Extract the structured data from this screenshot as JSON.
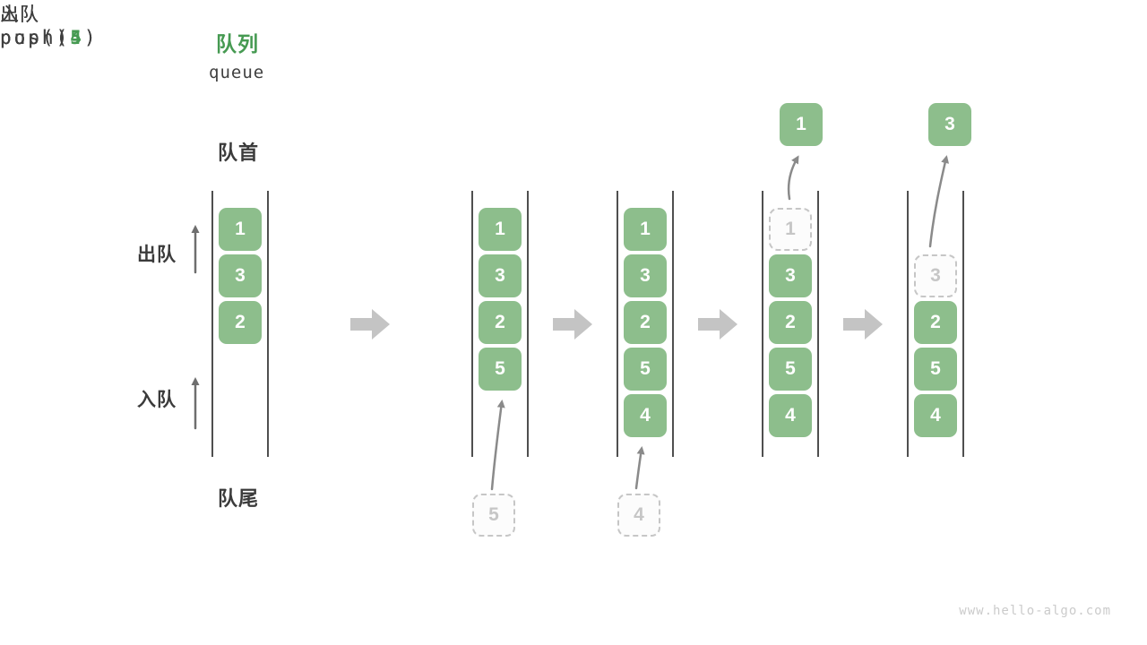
{
  "page": {
    "watermark": "www.hello-algo.com"
  },
  "colors": {
    "box_green": "#8dbe8c",
    "title_green": "#469a52",
    "text_dark": "#3b3b3b",
    "ghost": "#c6c6c6",
    "wall": "#4f4f4f",
    "big_arrow": "#c4c4c4",
    "thin_arrow": "#8a8a8a",
    "box_text": "#ffffff",
    "watermark": "#cbcbcb"
  },
  "title": {
    "cn": "队列",
    "en": "queue"
  },
  "labels": {
    "front": "队首",
    "rear": "队尾",
    "dequeue": "出队",
    "enqueue": "入队"
  },
  "stages": [
    {
      "name": "initial",
      "slots": [
        {
          "value": "1",
          "ghost": false
        },
        {
          "value": "3",
          "ghost": false
        },
        {
          "value": "2",
          "ghost": false
        }
      ]
    },
    {
      "name": "push-5",
      "slots": [
        {
          "value": "1",
          "ghost": false
        },
        {
          "value": "3",
          "ghost": false
        },
        {
          "value": "2",
          "ghost": false
        },
        {
          "value": "5",
          "ghost": false
        }
      ],
      "bottom": {
        "ghost_value": "5",
        "op_cn": "入队",
        "code_prefix": "push(",
        "code_arg": "5",
        "code_suffix": ")"
      }
    },
    {
      "name": "push-4",
      "slots": [
        {
          "value": "1",
          "ghost": false
        },
        {
          "value": "3",
          "ghost": false
        },
        {
          "value": "2",
          "ghost": false
        },
        {
          "value": "5",
          "ghost": false
        },
        {
          "value": "4",
          "ghost": false
        }
      ],
      "bottom": {
        "ghost_value": "4",
        "op_cn": "入队",
        "code_prefix": "push(",
        "code_arg": "4",
        "code_suffix": ")"
      }
    },
    {
      "name": "pop-1",
      "slots": [
        {
          "value": "1",
          "ghost": true
        },
        {
          "value": "3",
          "ghost": false
        },
        {
          "value": "2",
          "ghost": false
        },
        {
          "value": "5",
          "ghost": false
        },
        {
          "value": "4",
          "ghost": false
        }
      ],
      "top": {
        "op_cn": "出队",
        "code": "pop()",
        "popped_value": "1"
      }
    },
    {
      "name": "pop-3",
      "slots": [
        null,
        {
          "value": "3",
          "ghost": true
        },
        {
          "value": "2",
          "ghost": false
        },
        {
          "value": "5",
          "ghost": false
        },
        {
          "value": "4",
          "ghost": false
        }
      ],
      "top": {
        "op_cn": "出队",
        "code": "pop()",
        "popped_value": "3"
      }
    }
  ]
}
